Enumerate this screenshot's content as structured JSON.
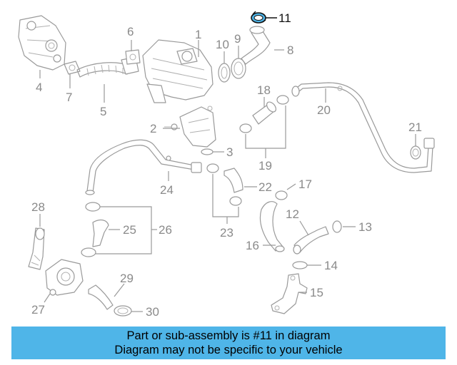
{
  "diagram": {
    "callouts": [
      "1",
      "2",
      "3",
      "4",
      "5",
      "6",
      "7",
      "8",
      "9",
      "10",
      "11",
      "12",
      "13",
      "14",
      "15",
      "16",
      "17",
      "18",
      "19",
      "20",
      "21",
      "22",
      "23",
      "24",
      "25",
      "26",
      "27",
      "28",
      "29",
      "30"
    ],
    "highlighted_part": "11",
    "highlight_color": "#4fb5e8",
    "line_color": "#9a9a9a"
  },
  "banner": {
    "line1": "Part or sub-assembly is #11 in diagram",
    "line2": "Diagram may not be specific to your vehicle",
    "background": "#4fb5e8"
  }
}
